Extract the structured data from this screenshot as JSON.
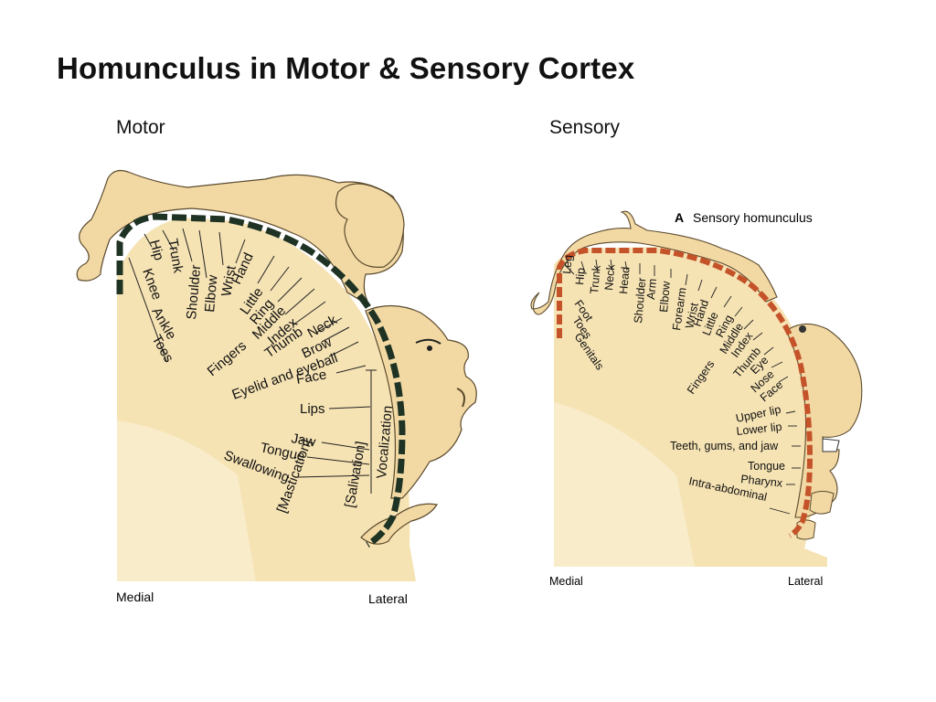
{
  "slide": {
    "title": "Homunculus in Motor & Sensory Cortex"
  },
  "motor": {
    "heading": "Motor",
    "medial": "Medial",
    "lateral": "Lateral",
    "labels": [
      "Hip",
      "Trunk",
      "Shoulder",
      "Elbow",
      "Wrist",
      "Hand",
      "Little",
      "Ring",
      "Middle",
      "Index",
      "Thumb",
      "Neck",
      "Brow",
      "Eyelid and eyeball",
      "Face",
      "Lips",
      "Jaw",
      "Tongue",
      "Swallowing",
      "[Mastication]",
      "[Salivation]",
      "Vocalization",
      "Knee",
      "Ankle",
      "Toes",
      "Fingers"
    ],
    "strip_color": "#1f3324"
  },
  "sensory": {
    "heading": "Sensory",
    "figure_label_letter": "A",
    "figure_label_text": "Sensory homunculus",
    "medial": "Medial",
    "lateral": "Lateral",
    "labels": [
      "Leg",
      "Hip",
      "Trunk",
      "Neck",
      "Head",
      "Shoulder",
      "Arm",
      "Elbow",
      "Forearm",
      "Wrist",
      "Hand",
      "Little",
      "Ring",
      "Middle",
      "Index",
      "Thumb",
      "Eye",
      "Nose",
      "Face",
      "Upper lip",
      "Lower lip",
      "Teeth, gums, and jaw",
      "Tongue",
      "Pharynx",
      "Intra-abdominal",
      "Foot",
      "Toes",
      "Genitals",
      "Fingers"
    ],
    "strip_color": "#c5532a"
  },
  "colors": {
    "tissue": "#f6e3b4",
    "tissue_dark": "#e8cf95",
    "outline": "#5b4a2e"
  }
}
